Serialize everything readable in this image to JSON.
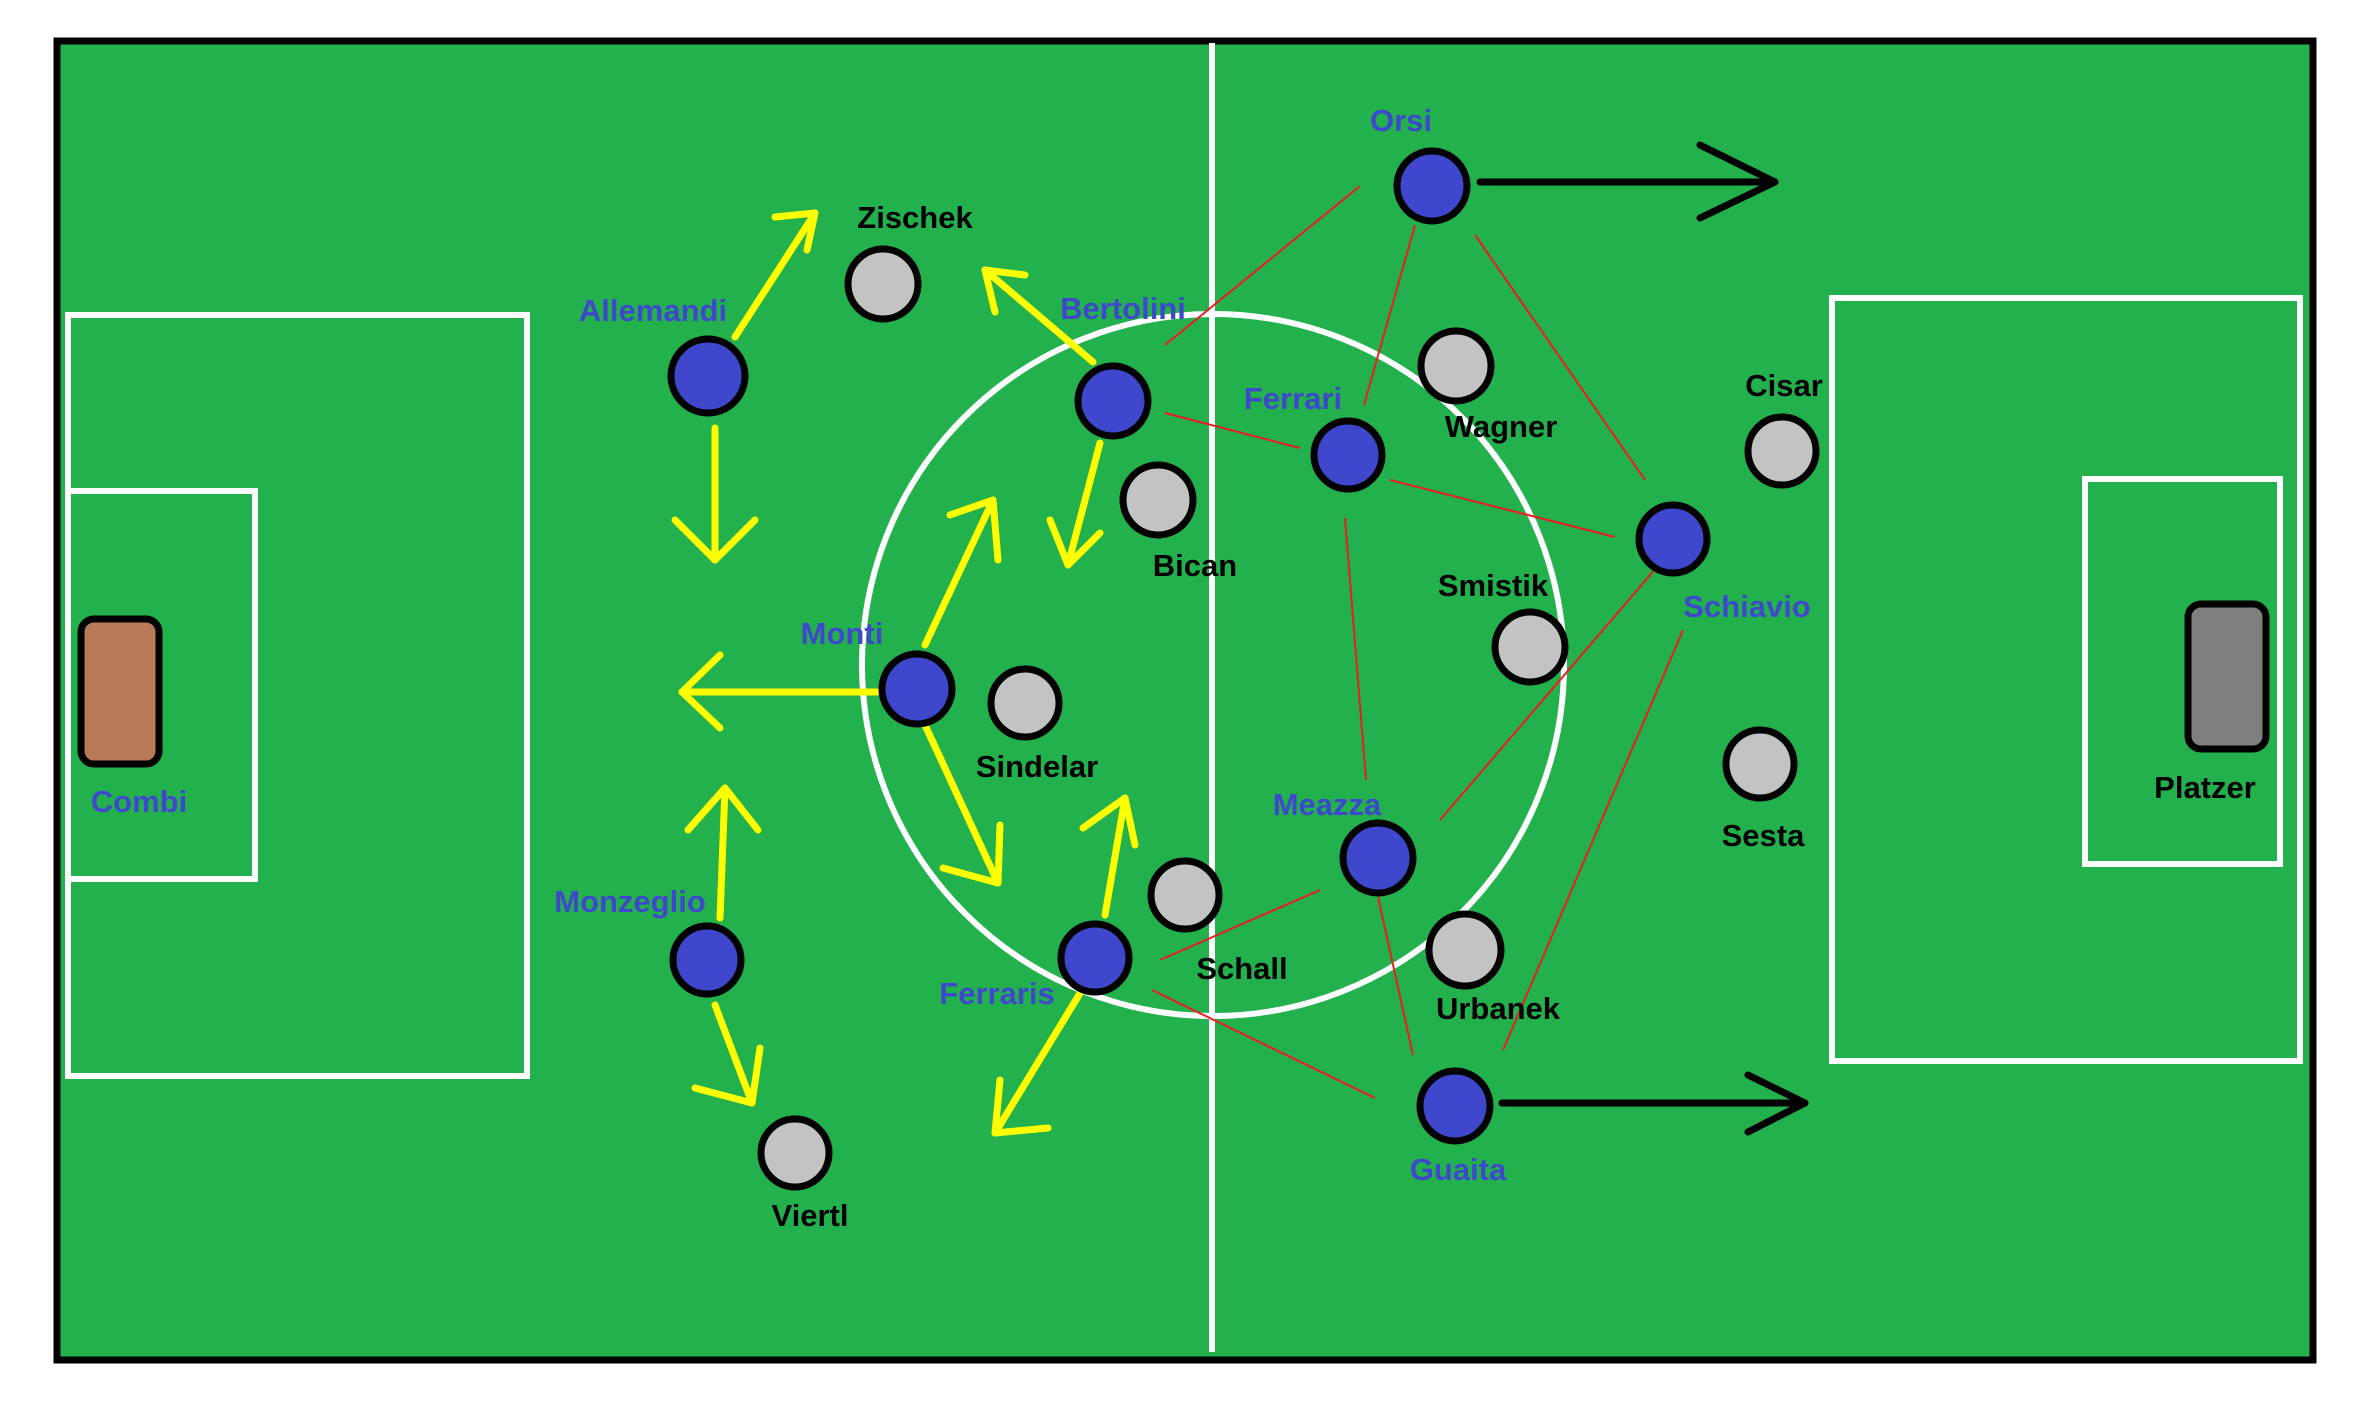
{
  "pitch": {
    "colors": {
      "grass": "#22b14c",
      "lines": "#ffffff",
      "border": "#000000",
      "italy_player": "#3f48cc",
      "austria_player": "#c3c3c3",
      "italy_label": "#3f48cc",
      "austria_label": "#000000",
      "movement_arrow": "#ffff00",
      "attack_arrow": "#000000",
      "passing_link": "#ed1c24",
      "italy_keeper": "#b97a57",
      "austria_keeper": "#7f7f7f"
    }
  },
  "teams": {
    "italy": {
      "goalkeeper": "Combi",
      "players": [
        "Orsi",
        "Allemandi",
        "Bertolini",
        "Ferrari",
        "Schiavio",
        "Monti",
        "Meazza",
        "Monzeglio",
        "Ferraris",
        "Guaita"
      ]
    },
    "austria": {
      "goalkeeper": "Platzer",
      "players": [
        "Zischek",
        "Wagner",
        "Cisar",
        "Bican",
        "Smistik",
        "Sindelar",
        "Sesta",
        "Schall",
        "Urbanek",
        "Viertl"
      ]
    }
  }
}
